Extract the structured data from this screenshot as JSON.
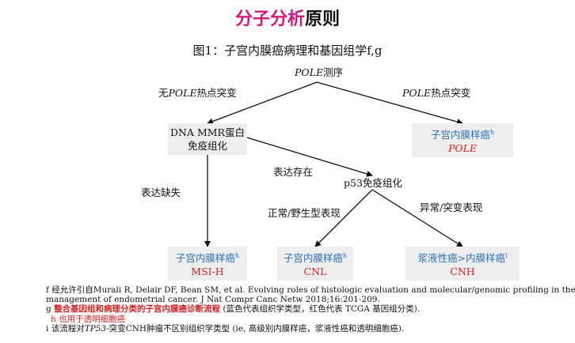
{
  "title": {
    "highlight": "分子分析",
    "rest": "原则"
  },
  "figure_title": "图1：子宫内膜癌病理和基因组学f,g",
  "root": {
    "italic": "POLE",
    "rest": "测序"
  },
  "branch_left": {
    "prefix": "无",
    "italic": "POLE",
    "suffix": "热点突变"
  },
  "branch_right": {
    "italic": "POLE",
    "suffix": "热点突变"
  },
  "box_mmr": {
    "line1": "DNA MMR蛋白",
    "line2": "免疫组化"
  },
  "box_pole": {
    "line1": "子宫内膜样癌",
    "sup": "h",
    "line2": "POLE"
  },
  "label_loss": "表达缺失",
  "label_present": "表达存在",
  "p53": "p53免疫组化",
  "label_normal": "正常/野生型表现",
  "label_abnormal": "异常/突变表现",
  "box_msi": {
    "line1": "子宫内膜样癌",
    "sup": "h",
    "line2": "MSI-H"
  },
  "box_cnl": {
    "line1": "子宫内膜样癌",
    "sup": "h",
    "line2": "CNL"
  },
  "box_cnh": {
    "line1": "浆液性癌>内膜样癌",
    "sup": "i",
    "line2": "CNH"
  },
  "footnotes": {
    "f": "f 经允许引自Murali R, Delair DF, Bean SM, et al. Evolving roles of histologic evaluation and molecular/genomic profiling in the",
    "f2": "management of endometrial cancer. J Nat Compr Canc Netw 2018;16:201-209.",
    "g_prefix": "g ",
    "g_bold": "整合基因组和病理分类的子宫内膜癌诊断流程",
    "g_rest": " (蓝色代表组织学类型，红色代表 TCGA 基因组分类).",
    "h": "h 也用于透明细胞癌",
    "i_pre": "i 该流程对",
    "i_italic": "TP53",
    "i_post": "-突变CNH肿瘤不区别组织学类型 (ie, 高级别内膜样癌，浆液性癌和透明细胞癌)."
  },
  "colors": {
    "title_accent": "#d6157f",
    "histology_blue": "#2e6fb5",
    "tcga_red": "#d42020",
    "box_bg": "#eeeeee"
  }
}
